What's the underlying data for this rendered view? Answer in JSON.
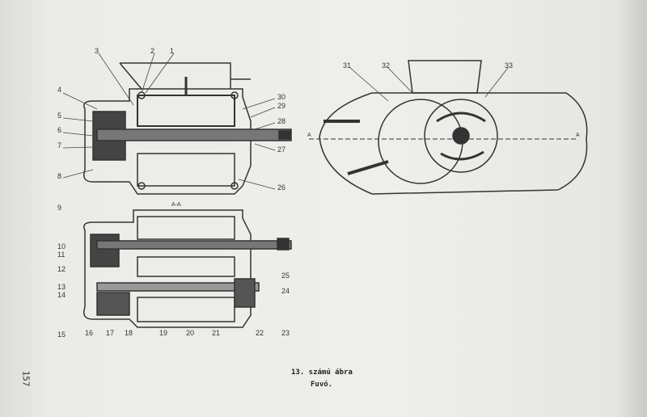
{
  "caption": {
    "line1": "13. számú ábra",
    "line2": "Fuvó."
  },
  "page_number": "157",
  "section_label": "A-A",
  "section_marks": [
    "A",
    "A"
  ],
  "labels_top": [
    "1",
    "2",
    "3",
    "4",
    "5",
    "6",
    "7",
    "8",
    "26",
    "27",
    "28",
    "29",
    "30"
  ],
  "labels_bottom": [
    "9",
    "10",
    "11",
    "12",
    "13",
    "14",
    "15",
    "16",
    "17",
    "18",
    "19",
    "20",
    "21",
    "22",
    "23",
    "24",
    "25"
  ],
  "labels_right": [
    "31",
    "32",
    "33"
  ]
}
